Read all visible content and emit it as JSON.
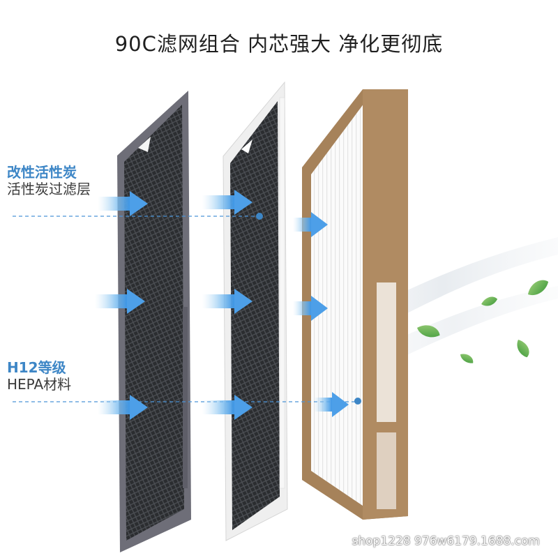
{
  "headline": "90C滤网组合 内芯强大 净化更彻底",
  "labels": [
    {
      "title": "改性活性炭",
      "subtitle": "活性炭过滤层"
    },
    {
      "title": "H12等级",
      "subtitle": "HEPA材料"
    }
  ],
  "watermark": "shop1228 976w6179.1688.com",
  "colors": {
    "accent": "#3d86c6",
    "carbon_frame_gray": "#6e6e78",
    "carbon_frame_white": "#f2f2f2",
    "hepa_frame_bronze": "#a6825a"
  },
  "icons": [
    "airflow-arrow-icon",
    "leaf-icon"
  ]
}
